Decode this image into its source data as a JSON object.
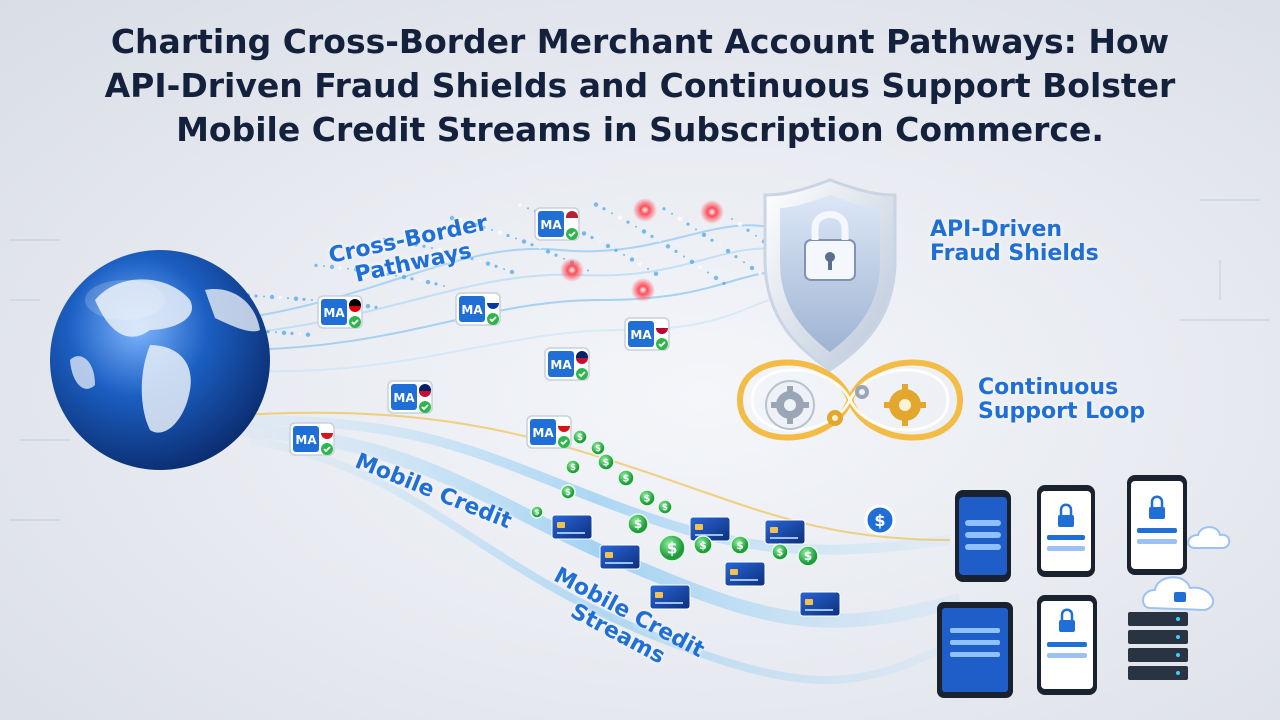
{
  "title": {
    "line1": "Charting Cross-Border Merchant Account Pathways: How",
    "line2": "API-Driven Fraud Shields and Continuous Support Bolster",
    "line3": "Mobile Credit Streams in Subscription Commerce."
  },
  "labels": {
    "cross_border": [
      "Cross-Border",
      "Pathways"
    ],
    "fraud_shields": [
      "API-Driven",
      "Fraud Shields"
    ],
    "support_loop": [
      "Continuous",
      "Support Loop"
    ],
    "mobile_credit": "Mobile Credit",
    "mobile_credit_streams": [
      "Mobile Credit",
      "Streams"
    ]
  },
  "merchant_badge_text": "MA",
  "currency_symbol": "$",
  "colors": {
    "accent_blue": "#1f6fd6",
    "title_navy": "#14213d",
    "check_green": "#2fb64a",
    "alert_red": "#ff3b4a",
    "gold": "#f2b632"
  }
}
